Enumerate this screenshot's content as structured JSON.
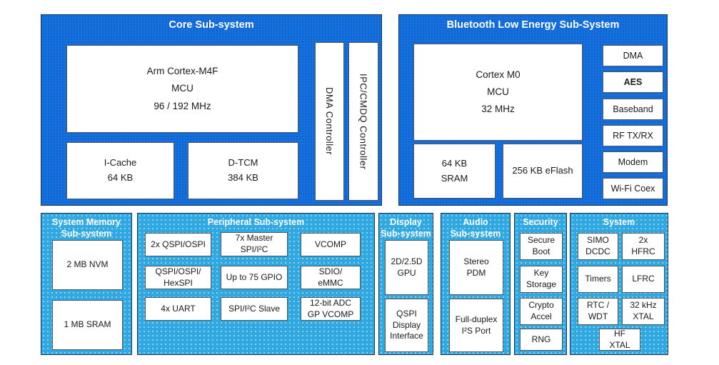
{
  "colors": {
    "top_panel_blue": "#1571e0",
    "bottom_panel_blue": "#30a9e2",
    "panel_border": "#16365c",
    "box_background": "#ffffff",
    "box_border": "#555555",
    "label_text": "#1a1a1a",
    "title_text": "#ffffff"
  },
  "core": {
    "title": "Core Sub-system",
    "cpu": "Arm Cortex-M4F\nMCU\n96 / 192 MHz",
    "icache": "I-Cache\n64 KB",
    "dtcm": "D-TCM\n384 KB",
    "dma_controller": "DMA Controller",
    "ipc_controller": "IPC/CMDQ Controller"
  },
  "ble": {
    "title": "Bluetooth Low Energy Sub-System",
    "cpu": "Cortex M0\nMCU\n32 MHz",
    "sram": "64 KB\nSRAM",
    "eflash": "256 KB eFlash",
    "dma": "DMA",
    "aes": "AES",
    "baseband": "Baseband",
    "rf": "RF TX/RX",
    "modem": "Modem",
    "wifi_coex": "Wi-Fi Coex"
  },
  "memory": {
    "title": "System Memory\nSub-system",
    "nvm": "2 MB NVM",
    "sram": "1 MB SRAM"
  },
  "peripheral": {
    "title": "Peripheral Sub-system",
    "qspi_ospi": "2x QSPI/OSPI",
    "master_spi_i2c": "7x Master\nSPI/I²C",
    "vcomp": "VCOMP",
    "hexspi": "QSPI/OSPI/\nHexSPI",
    "gpio": "Up to 75 GPIO",
    "sdio_emmc": "SDIO/\neMMC",
    "uart": "4x UART",
    "spi_i2c_slave": "SPI/I²C Slave",
    "adc": "12-bit ADC\nGP VCOMP"
  },
  "display": {
    "title": "Display\nSub-system",
    "gpu": "2D/2.5D\nGPU",
    "qspi_display": "QSPI\nDisplay\nInterface"
  },
  "audio": {
    "title": "Audio\nSub-system",
    "stereo_pdm": "Stereo\nPDM",
    "i2s": "Full-duplex\nI²S Port"
  },
  "security": {
    "title": "Security",
    "secure_boot": "Secure\nBoot",
    "key_storage": "Key\nStorage",
    "crypto_accel": "Crypto\nAccel",
    "rng": "RNG"
  },
  "system": {
    "title": "System",
    "simo_dcdc": "SIMO\nDCDC",
    "hfrc": "2x\nHFRC",
    "timers": "Timers",
    "lfrc": "LFRC",
    "rtc_wdt": "RTC /\nWDT",
    "xtal_32khz": "32 kHz\nXTAL",
    "hf_xtal": "HF\nXTAL"
  }
}
